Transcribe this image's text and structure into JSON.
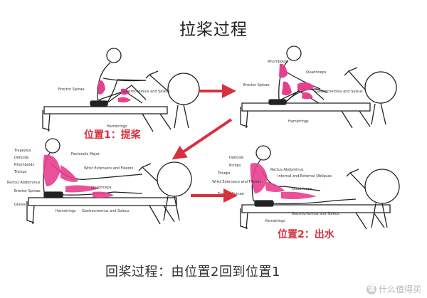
{
  "title": "拉桨过程",
  "caption": "回桨过程：由位置2回到位置1",
  "position_labels": {
    "position1": "位置1：提桨",
    "position2": "位置2：出水"
  },
  "watermark": {
    "icon": "值",
    "text": "什么值得买"
  },
  "colors": {
    "muscle": "#e73f8d",
    "muscle_light": "#f3a6c8",
    "arrow": "#d9303f",
    "line": "#222222"
  },
  "panels": {
    "top_left": {
      "labels": [
        "Erector Spinae",
        "Gastrocnemius and Soleus",
        "Hamstrings"
      ]
    },
    "top_right": {
      "labels": [
        "Rhomboids",
        "Quadriceps",
        "Erector Spinae",
        "Gastrocnemius and Soleus",
        "Hamstrings"
      ]
    },
    "bottom_left": {
      "labels": [
        "Trapezius",
        "Deltoids",
        "Rhomboids",
        "Triceps",
        "Pectoralis Major",
        "Wrist Extensors and Flexors",
        "Quadriceps",
        "Rectus Abdominus",
        "Erector Spinae",
        "Glutes",
        "Hamstrings",
        "Gastrocnemius and Soleus"
      ]
    },
    "bottom_right": {
      "labels": [
        "Deltoids",
        "Biceps",
        "Triceps",
        "Rectus Abdominus",
        "Internal and External Obliques",
        "Wrist Extensors and Flexors",
        "Erector Spinae",
        "Quadriceps",
        "Gastrocnemius and Soleus",
        "Hamstrings"
      ]
    }
  }
}
